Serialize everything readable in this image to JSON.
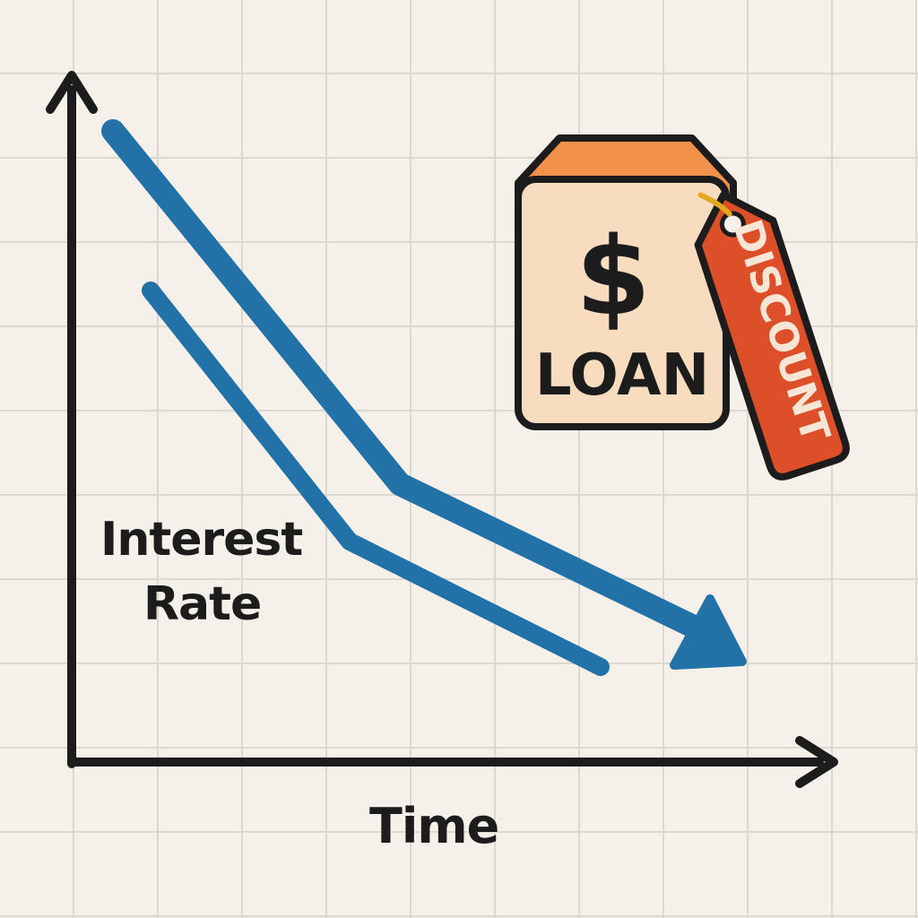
{
  "diagram": {
    "y_axis_label_line1": "Interest",
    "y_axis_label_line2": "Rate",
    "x_axis_label": "Time",
    "loan_icon": {
      "symbol": "$",
      "text": "LOAN"
    },
    "discount_tag": {
      "text": "DISCOUNT"
    }
  },
  "colors": {
    "background": "#f5f1ea",
    "grid": "#dcd8d1",
    "axis": "#1c1c1c",
    "trend_line": "#2272a8",
    "loan_top": "#f2924a",
    "loan_body": "#f7dcc0",
    "tag": "#dc4f28"
  }
}
